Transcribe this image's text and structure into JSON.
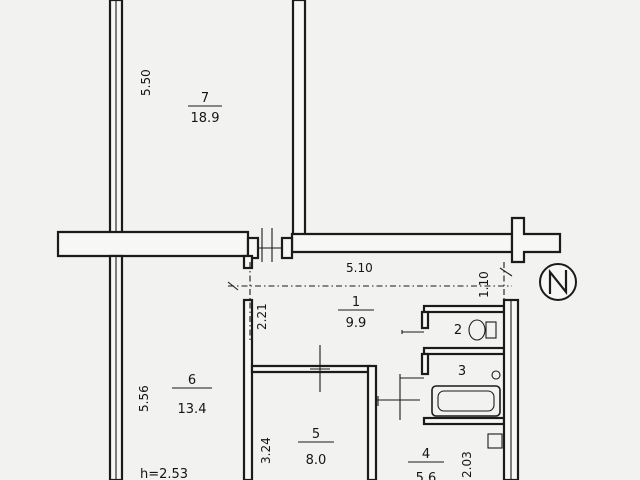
{
  "plan": {
    "rooms": [
      {
        "number": "7",
        "area": "18.9"
      },
      {
        "number": "1",
        "area": "9.9"
      },
      {
        "number": "2",
        "area": ""
      },
      {
        "number": "3",
        "area": ""
      },
      {
        "number": "6",
        "area": "13.4"
      },
      {
        "number": "5",
        "area": "8.0"
      },
      {
        "number": "4",
        "area": "5.6"
      }
    ],
    "dimensions": {
      "room7_length": "5.50",
      "corridor_width": "5.10",
      "hall_depth": "2.21",
      "balcony_gap": "1.10",
      "room6_length": "5.56",
      "room5_width": "3.24",
      "kitchen_depth": "2.03"
    },
    "ceiling_height": "h=2.53",
    "north_symbol": "N"
  }
}
